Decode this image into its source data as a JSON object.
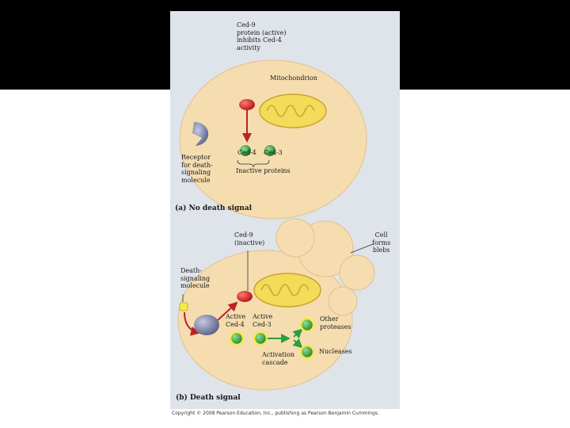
{
  "panel_a": {
    "title": "(a) No death signal",
    "ced9_label": "Ced-9\nprotein (active)\ninhibits Ced-4\nactivity",
    "mito_label": "Mitochondrion",
    "receptor_label": "Receptor\nfor death-\nsignaling\nmolecule",
    "ced4_label": "Ced-4",
    "ced3_label": "Ced-3",
    "inactive_label": "Inactive proteins"
  },
  "panel_b": {
    "title": "(b) Death signal",
    "ced9_label": "Ced-9\n(inactive)",
    "blebs_label": "Cell\nforms\nblebs",
    "death_mol_label": "Death-\nsignaling\nmolecule",
    "active_ced4_label": "Active\nCed-4",
    "active_ced3_label": "Active\nCed-3",
    "cascade_label": "Activation\ncascade",
    "proteases_label": "Other\nproteases",
    "nucleases_label": "Nucleases"
  },
  "copyright": "Copyright © 2008 Pearson Education, Inc., publishing as Pearson Benjamin Cummings.",
  "colors": {
    "cell": "#f5ddb0",
    "cell_edge": "#e0c08e",
    "mito": "#f2dc5a",
    "ced9": "#d81f26",
    "protein": "#2e9e3c",
    "receptor": "#7b82a6",
    "death_molecule": "#f4ea4a",
    "arrow": "#b8232a"
  }
}
